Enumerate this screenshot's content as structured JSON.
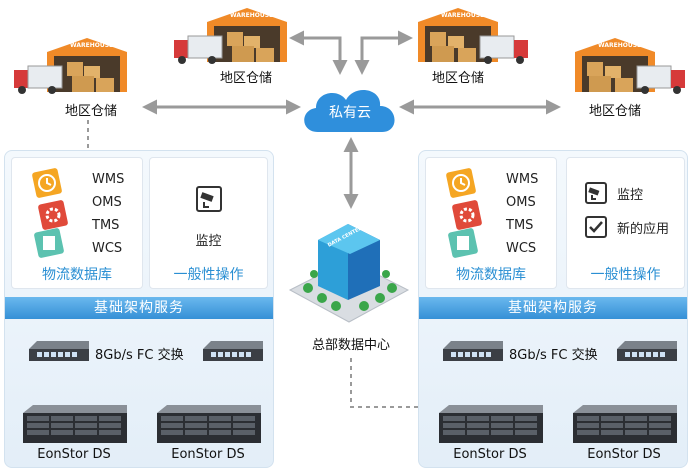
{
  "warehouse_sign": "WAREHOUSE",
  "warehouses": [
    {
      "label": "地区仓储"
    },
    {
      "label": "地区仓储"
    },
    {
      "label": "地区仓储"
    },
    {
      "label": "地区仓储"
    }
  ],
  "cloud": {
    "label": "私有云"
  },
  "hq": {
    "label": "总部数据中心",
    "sign": "DATA CENTER"
  },
  "left_panel": {
    "apps": [
      "WMS",
      "OMS",
      "TMS",
      "WCS"
    ],
    "db_title": "物流数据库",
    "ops_items": [
      "监控"
    ],
    "ops_title": "一般性操作",
    "infra_title": "基础架构服务",
    "switch_label": "8Gb/s FC 交换",
    "storage": [
      "EonStor DS",
      "EonStor DS"
    ]
  },
  "right_panel": {
    "apps": [
      "WMS",
      "OMS",
      "TMS",
      "WCS"
    ],
    "db_title": "物流数据库",
    "ops_items": [
      "监控",
      "新的应用"
    ],
    "ops_title": "一般性操作",
    "infra_title": "基础架构服务",
    "switch_label": "8Gb/s FC 交换",
    "storage": [
      "EonStor DS",
      "EonStor DS"
    ]
  },
  "colors": {
    "accent": "#2a8fd3",
    "bar": "#3590d6",
    "arrow_gray": "#9a9a9a",
    "arrow_blue": "#1e88d0"
  }
}
